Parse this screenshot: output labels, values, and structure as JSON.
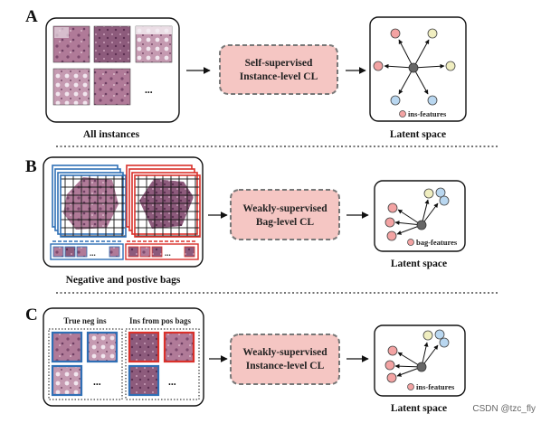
{
  "panels": [
    {
      "letter": "A",
      "caption_left": "All instances",
      "box_line1": "Self-supervised",
      "box_line2": "Instance-level CL",
      "ellipsis": "...",
      "legend": "ins-features",
      "caption_right": "Latent space"
    },
    {
      "letter": "B",
      "caption_left": "Negative and postive bags",
      "box_line1": "Weakly-supervised",
      "box_line2": "Bag-level CL",
      "ellipsis": "...",
      "legend": "bag-features",
      "caption_right": "Latent space"
    },
    {
      "letter": "C",
      "label_neg": "True neg ins",
      "label_pos": "Ins from pos bags",
      "ellipsis_neg": "...",
      "ellipsis_pos": "...",
      "box_line1": "Weakly-supervised",
      "box_line2": "Instance-level CL",
      "legend": "ins-features",
      "caption_right": "Latent space"
    }
  ],
  "watermark": "CSDN @tzc_fly",
  "colors": {
    "box_fill": "#f5c6c3",
    "box_border": "#777777",
    "neg_border": "#2f6fb5",
    "pos_border": "#d9302a",
    "tissue": "#a8728f",
    "node_red": "#f3a3a3",
    "node_yellow": "#f0eec0",
    "node_blue": "#b9d7f0",
    "node_center": "#666666"
  }
}
